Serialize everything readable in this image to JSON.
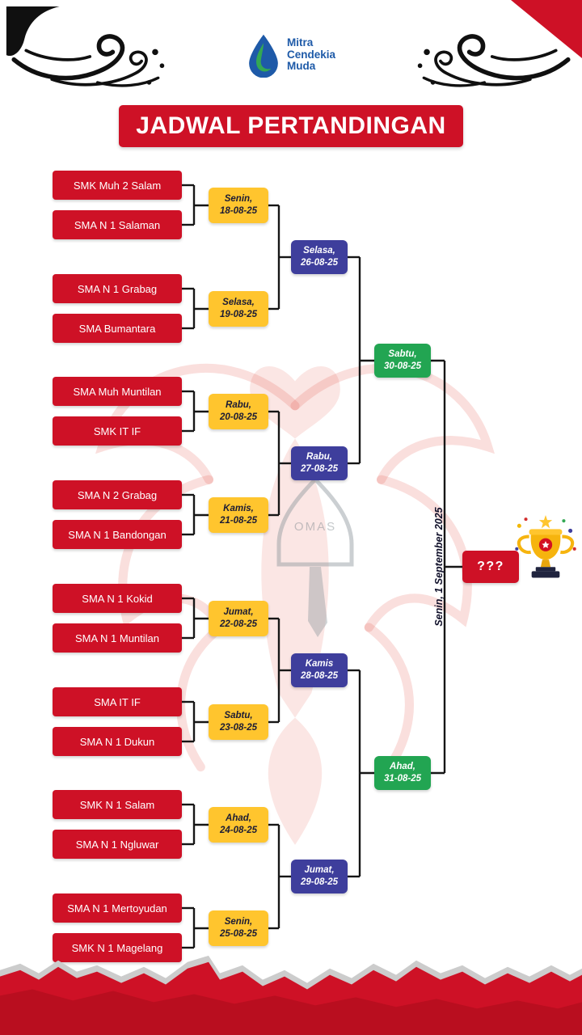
{
  "logo": {
    "name_lines": [
      "Mitra",
      "Cendekia",
      "Muda"
    ]
  },
  "title": "JADWAL PERTANDINGAN",
  "bracket": {
    "teams": [
      "SMK Muh 2 Salam",
      "SMA N 1 Salaman",
      "SMA N 1 Grabag",
      "SMA Bumantara",
      "SMA Muh Muntilan",
      "SMK IT IF",
      "SMA N 2 Grabag",
      "SMA N 1 Bandongan",
      "SMA N 1 Kokid",
      "SMA N 1 Muntilan",
      "SMA IT IF",
      "SMA N 1 Dukun",
      "SMK N 1 Salam",
      "SMA N 1 Ngluwar",
      "SMA N 1 Mertoyudan",
      "SMK N 1 Magelang"
    ],
    "round1": [
      {
        "day": "Senin,",
        "date": "18-08-25"
      },
      {
        "day": "Selasa,",
        "date": "19-08-25"
      },
      {
        "day": "Rabu,",
        "date": "20-08-25"
      },
      {
        "day": "Kamis,",
        "date": "21-08-25"
      },
      {
        "day": "Jumat,",
        "date": "22-08-25"
      },
      {
        "day": "Sabtu,",
        "date": "23-08-25"
      },
      {
        "day": "Ahad,",
        "date": "24-08-25"
      },
      {
        "day": "Senin,",
        "date": "25-08-25"
      }
    ],
    "round2": [
      {
        "day": "Selasa,",
        "date": "26-08-25"
      },
      {
        "day": "Rabu,",
        "date": "27-08-25"
      },
      {
        "day": "Kamis",
        "date": "28-08-25"
      },
      {
        "day": "Jumat,",
        "date": "29-08-25"
      }
    ],
    "semifinals": [
      {
        "day": "Sabtu,",
        "date": "30-08-25"
      },
      {
        "day": "Ahad,",
        "date": "31-08-25"
      }
    ],
    "final_date": "Senin, 1 September 2025",
    "champion_placeholder": "???"
  },
  "watermark": {
    "emblem_text": "OMAS"
  },
  "icons": {
    "trophy": "trophy-icon",
    "logo_droplet": "droplet-icon",
    "corner_flourish": "flourish-ornament"
  },
  "colors": {
    "red": "#CE1126",
    "yellow": "#FFC52E",
    "blue": "#3E3E9C",
    "green": "#22A552",
    "logoBlue": "#1E5AA8"
  }
}
